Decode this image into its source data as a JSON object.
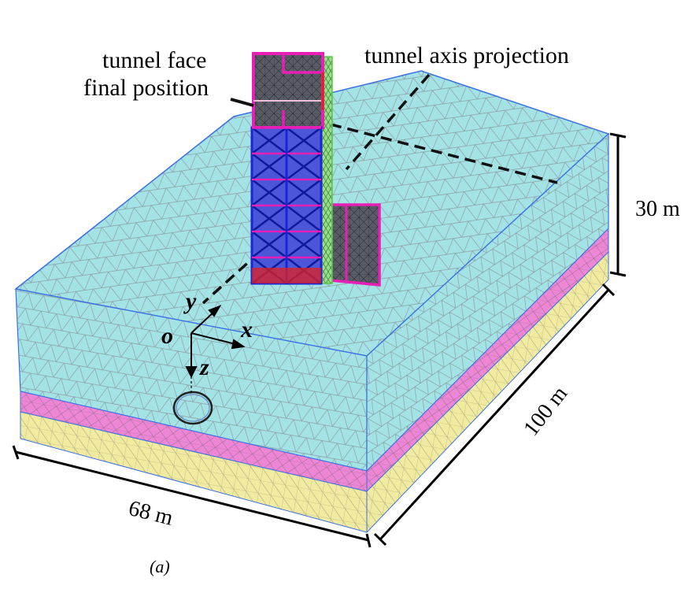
{
  "labels": {
    "tunnel_face_line1": "tunnel face",
    "tunnel_face_line2": "final position",
    "tunnel_axis": "tunnel axis projection",
    "height": "30 m",
    "length": "100 m",
    "width": "68 m",
    "caption": "(a)",
    "axis_y": "y",
    "axis_x": "x",
    "axis_o": "o",
    "axis_z": "z"
  },
  "colors": {
    "soil_top": "#a3e3e6",
    "soil_pink": "#ee86d6",
    "soil_yellow": "#f0eba0",
    "mesh_line": "#8d9ea2",
    "edge_blue": "#3b6fe6",
    "building_dark": "#5a5c66",
    "frame_magenta": "#e81fb6",
    "frame_blue": "#1a25d6",
    "frame_green": "#56c746",
    "frame_red": "#e32020"
  }
}
